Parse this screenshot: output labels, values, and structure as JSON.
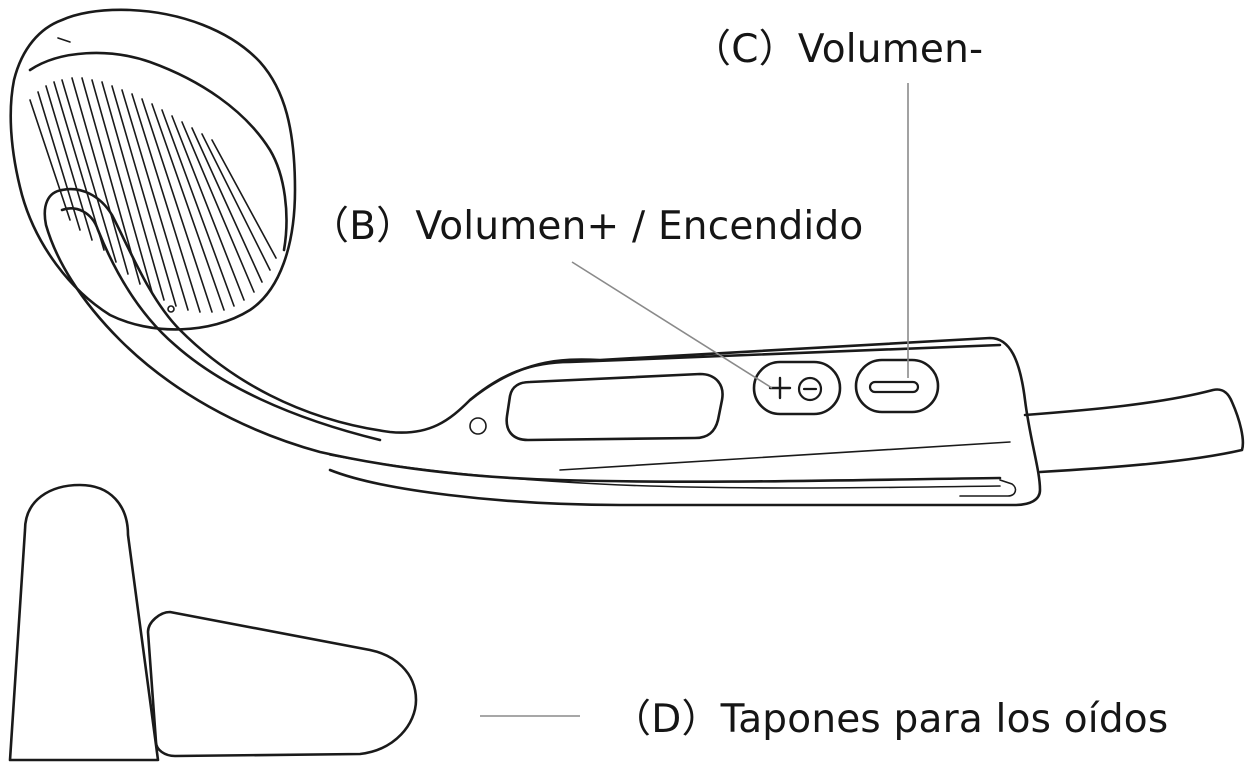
{
  "labels": {
    "c": {
      "letter": "C",
      "text": "Volumen-"
    },
    "b": {
      "letter": "B",
      "text": "Volumen+ / Encendido"
    },
    "d": {
      "letter": "D",
      "text": "Tapones para los oídos"
    }
  },
  "button_symbols": {
    "plus": "+",
    "minus": "−"
  },
  "colors": {
    "line_art": "#1a1a1a",
    "leader_line": "#8a8a8a",
    "text": "#151515",
    "background": "#ffffff"
  }
}
